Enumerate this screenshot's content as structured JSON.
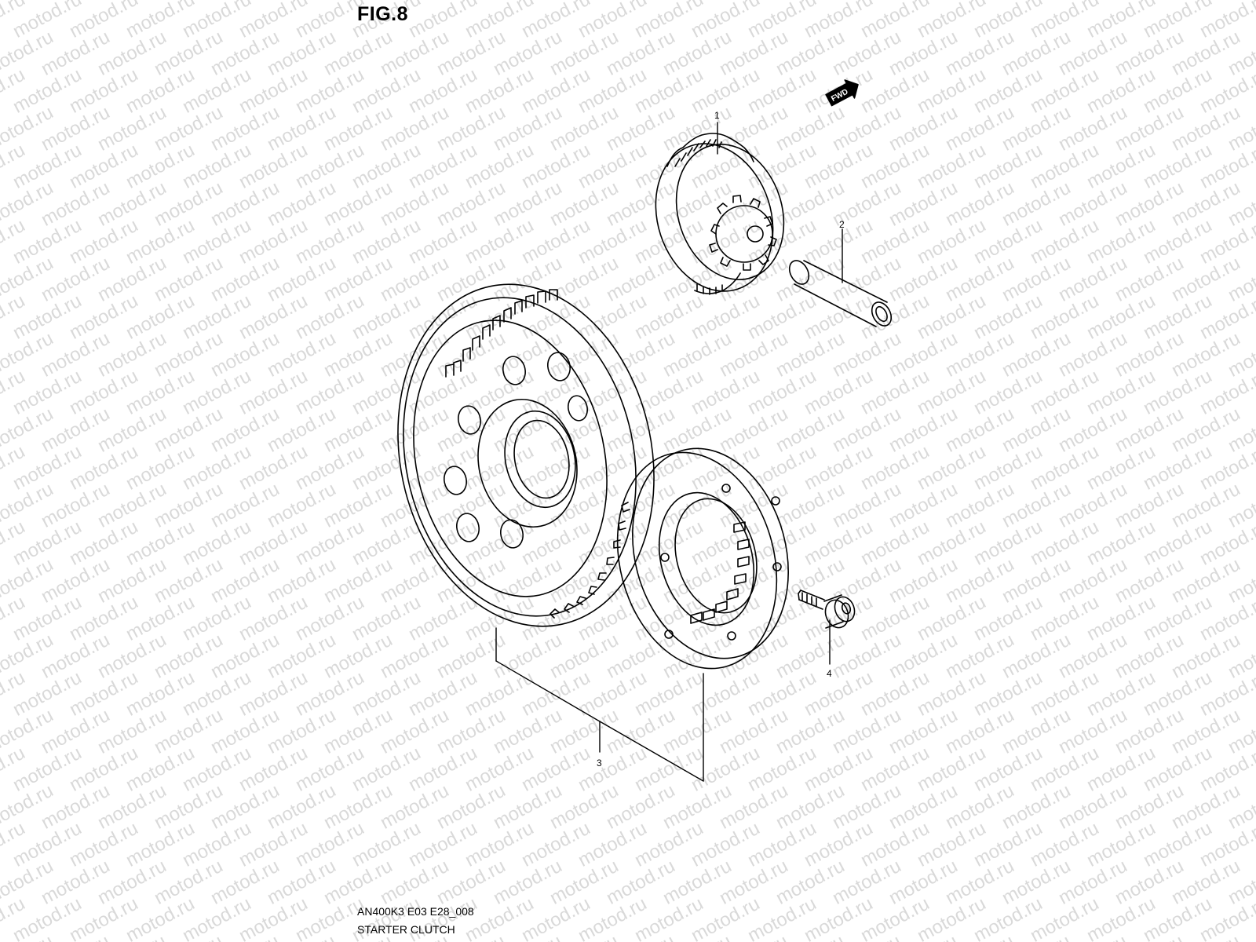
{
  "figure": {
    "title": "FIG.8",
    "code": "AN400K3 E03 E28_008",
    "name": "STARTER CLUTCH"
  },
  "direction_badge": "FWD",
  "callouts": [
    "1",
    "2",
    "3",
    "4"
  ],
  "watermark": "motod.ru",
  "parts": [
    {
      "number": "1",
      "icon": "idle-gear-icon"
    },
    {
      "number": "2",
      "icon": "shaft-icon"
    },
    {
      "number": "3",
      "icon": "starter-clutch-assembly-icon"
    },
    {
      "number": "4",
      "icon": "bolt-icon"
    }
  ],
  "colors": {
    "line": "#000000",
    "watermark": "#d9d9d9",
    "background": "#ffffff"
  }
}
